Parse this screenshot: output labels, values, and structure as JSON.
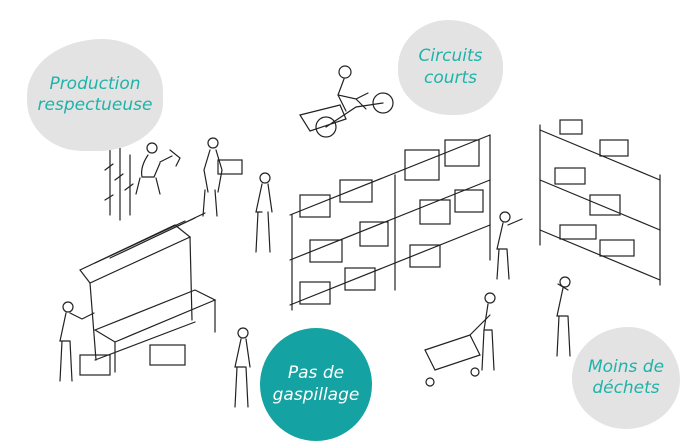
{
  "bubbles": {
    "production": {
      "line1": "Production",
      "line2": "respectueuse"
    },
    "circuits": {
      "line1": "Circuits",
      "line2": "courts"
    },
    "gaspillage": {
      "line1": "Pas de",
      "line2": "gaspillage"
    },
    "dechets": {
      "line1": "Moins de",
      "line2": "déchets"
    }
  },
  "colors": {
    "teal": "#14a3a2",
    "teal_text": "#1fb3a9",
    "grey_bubble": "#e3e3e3",
    "ink": "#222222"
  }
}
